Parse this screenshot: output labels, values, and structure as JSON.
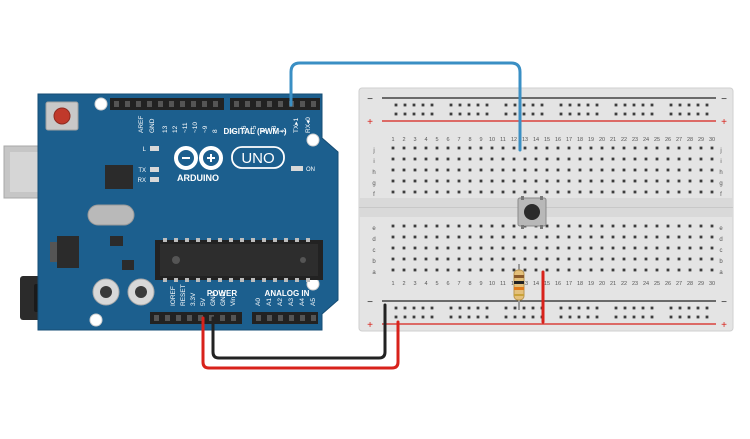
{
  "arduino": {
    "brand": "ARDUINO",
    "model": "UNO",
    "digital_title": "DIGITAL (PWM~)",
    "digital_pins": [
      "AREF",
      "GND",
      "13",
      "12",
      "~11",
      "~10",
      "~9",
      "8",
      "7",
      "~6",
      "~5",
      "4",
      "~3",
      "2",
      "TX▸1",
      "RX◂0"
    ],
    "leds": [
      "L",
      "TX",
      "RX"
    ],
    "on_label": "ON",
    "power_title": "POWER",
    "power_pins": [
      "IOREF",
      "RESET",
      "3.3V",
      "5V",
      "GND",
      "GND",
      "Vin"
    ],
    "analog_title": "ANALOG IN",
    "analog_pins": [
      "A0",
      "A1",
      "A2",
      "A3",
      "A4",
      "A5"
    ]
  },
  "breadboard": {
    "rail_minus": "−",
    "rail_plus": "+",
    "columns": [
      "1",
      "2",
      "3",
      "4",
      "5",
      "6",
      "7",
      "8",
      "9",
      "10",
      "11",
      "12",
      "13",
      "14",
      "15",
      "16",
      "17",
      "18",
      "19",
      "20",
      "21",
      "22",
      "23",
      "24",
      "25",
      "26",
      "27",
      "28",
      "29",
      "30"
    ],
    "rows_top": [
      "j",
      "i",
      "h",
      "g",
      "f"
    ],
    "rows_bottom": [
      "e",
      "d",
      "c",
      "b",
      "a"
    ]
  },
  "colors": {
    "board": "#1c5f8e",
    "wire_blue": "#3a8fc4",
    "wire_red": "#d8221b",
    "wire_black": "#222222",
    "breadboard": "#e6e6e6"
  }
}
